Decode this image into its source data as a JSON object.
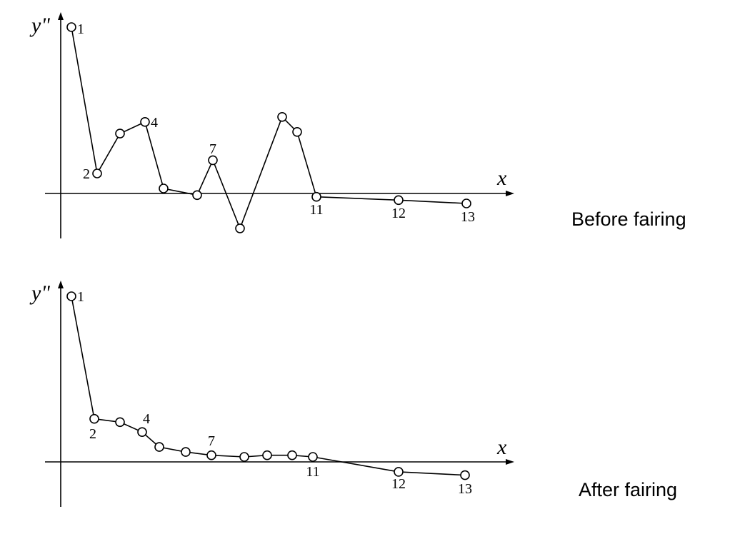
{
  "chart_data": [
    {
      "type": "line",
      "caption": "Before fairing",
      "xlabel": "x",
      "ylabel": "y\"",
      "series": [
        {
          "points": [
            {
              "label": "1",
              "x": 1,
              "y": 10.0
            },
            {
              "label": "2",
              "x": 2,
              "y": 1.2
            },
            {
              "label": "",
              "x": 3,
              "y": 3.6
            },
            {
              "label": "4",
              "x": 4,
              "y": 4.3
            },
            {
              "label": "",
              "x": 5,
              "y": 0.3
            },
            {
              "label": "",
              "x": 6,
              "y": -0.1
            },
            {
              "label": "7",
              "x": 7,
              "y": 2.0
            },
            {
              "label": "",
              "x": 8,
              "y": -2.1
            },
            {
              "label": "",
              "x": 9,
              "y": 4.6
            },
            {
              "label": "",
              "x": 10,
              "y": 3.7
            },
            {
              "label": "11",
              "x": 11,
              "y": -0.2
            },
            {
              "label": "12",
              "x": 12,
              "y": -0.4
            },
            {
              "label": "13",
              "x": 13,
              "y": -0.6
            }
          ]
        }
      ]
    },
    {
      "type": "line",
      "caption": "After fairing",
      "xlabel": "x",
      "ylabel": "y\"",
      "series": [
        {
          "points": [
            {
              "label": "1",
              "x": 1,
              "y": 10.0
            },
            {
              "label": "2",
              "x": 2,
              "y": 2.6
            },
            {
              "label": "",
              "x": 3,
              "y": 2.4
            },
            {
              "label": "4",
              "x": 4,
              "y": 1.8
            },
            {
              "label": "",
              "x": 5,
              "y": 0.9
            },
            {
              "label": "",
              "x": 6,
              "y": 0.6
            },
            {
              "label": "7",
              "x": 7,
              "y": 0.4
            },
            {
              "label": "",
              "x": 8,
              "y": 0.3
            },
            {
              "label": "",
              "x": 9,
              "y": 0.4
            },
            {
              "label": "",
              "x": 10,
              "y": 0.4
            },
            {
              "label": "11",
              "x": 11,
              "y": 0.3
            },
            {
              "label": "12",
              "x": 12,
              "y": -0.6
            },
            {
              "label": "13",
              "x": 13,
              "y": -0.8
            }
          ]
        }
      ]
    }
  ]
}
